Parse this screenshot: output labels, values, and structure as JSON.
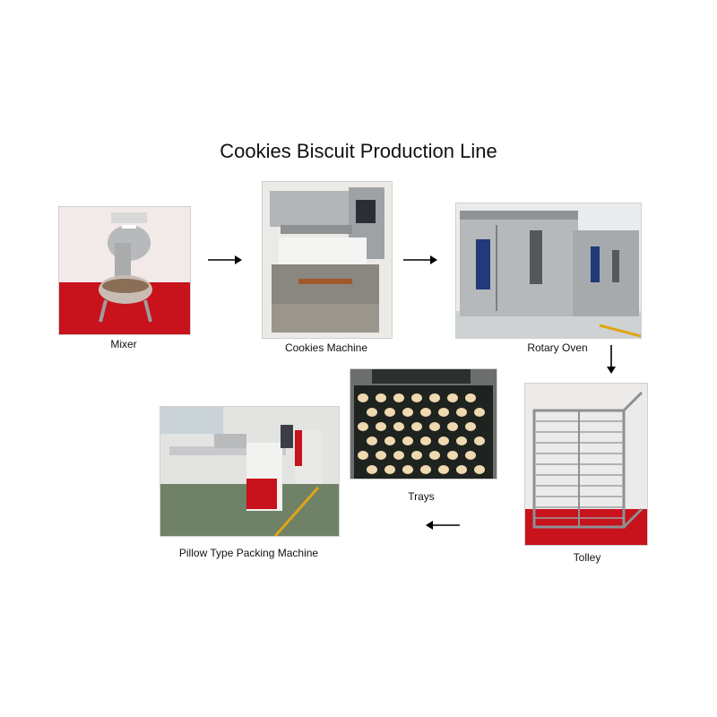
{
  "title": "Cookies Biscuit Production Line",
  "steps": [
    {
      "label": "Mixer"
    },
    {
      "label": "Cookies Machine"
    },
    {
      "label": "Rotary Oven"
    },
    {
      "label": "Tolley"
    },
    {
      "label": "Trays"
    },
    {
      "label": "Pillow Type Packing Machine"
    }
  ],
  "colors": {
    "accent_red": "#c8121c",
    "steel": "#b9bcc0",
    "wall": "#e8e8e8",
    "floor_green": "#6f8268",
    "tray_dark": "#1f2320",
    "cookie": "#efd9b0"
  }
}
